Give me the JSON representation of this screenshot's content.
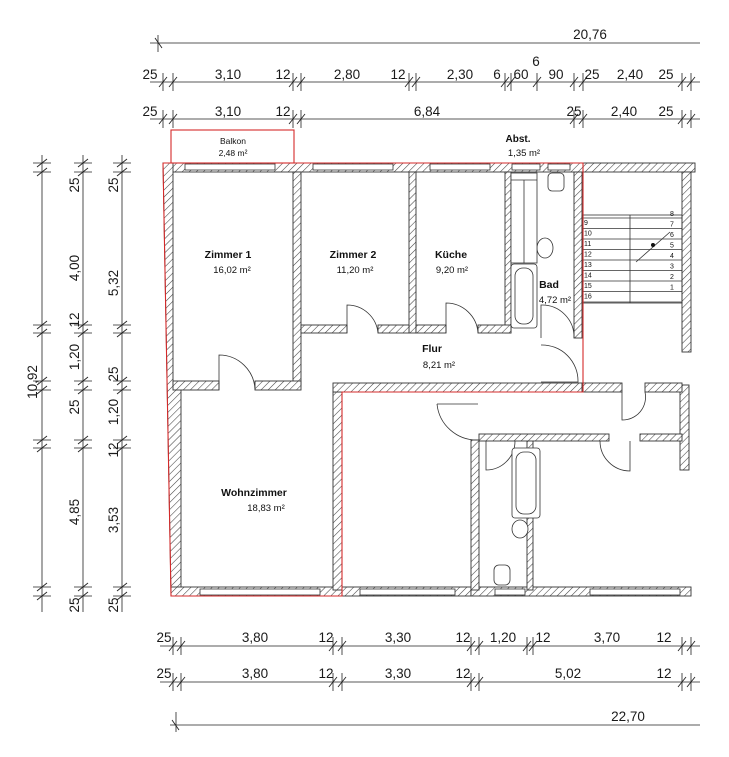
{
  "dimensions": {
    "top_overall": "20,76",
    "top_row1": [
      "25",
      "3,10",
      "12",
      "2,80",
      "12",
      "2,30",
      "6",
      "60",
      "90",
      "25",
      "2,40",
      "25"
    ],
    "top_row1_extra": "6",
    "top_row2": [
      "25",
      "3,10",
      "12",
      "6,84",
      "25",
      "2,40",
      "25"
    ],
    "left_outer": [
      "25",
      "4,00",
      "12",
      "1,20",
      "25",
      "4,85",
      "25"
    ],
    "left_total": "10,92",
    "left_inner": [
      "25",
      "5,32",
      "25",
      "1,20",
      "12",
      "3,53",
      "25"
    ],
    "bottom_row1": [
      "25",
      "3,80",
      "12",
      "3,30",
      "12",
      "1,20",
      "12",
      "3,70",
      "12"
    ],
    "bottom_row2": [
      "25",
      "3,80",
      "12",
      "3,30",
      "12",
      "5,02",
      "12"
    ],
    "bottom_overall": "22,70"
  },
  "rooms": {
    "balkon": {
      "name": "Balkon",
      "area": "2,48 m²"
    },
    "abst": {
      "name": "Abst.",
      "area": "1,35 m²"
    },
    "zimmer1": {
      "name": "Zimmer 1",
      "area": "16,02 m²"
    },
    "zimmer2": {
      "name": "Zimmer 2",
      "area": "11,20 m²"
    },
    "kueche": {
      "name": "Küche",
      "area": "9,20 m²"
    },
    "bad": {
      "name": "Bad",
      "area": "4,72 m²"
    },
    "flur": {
      "name": "Flur",
      "area": "8,21 m²"
    },
    "wohnzimmer": {
      "name": "Wohnzimmer",
      "area": "18,83 m²"
    }
  },
  "stair_numbers": [
    "9",
    "10",
    "11",
    "12",
    "13",
    "14",
    "15",
    "16",
    "8",
    "7",
    "6",
    "5",
    "4",
    "3",
    "2",
    "1"
  ],
  "colors": {
    "outline_red": "#d42a2a",
    "wall_hatch": "#333333"
  }
}
